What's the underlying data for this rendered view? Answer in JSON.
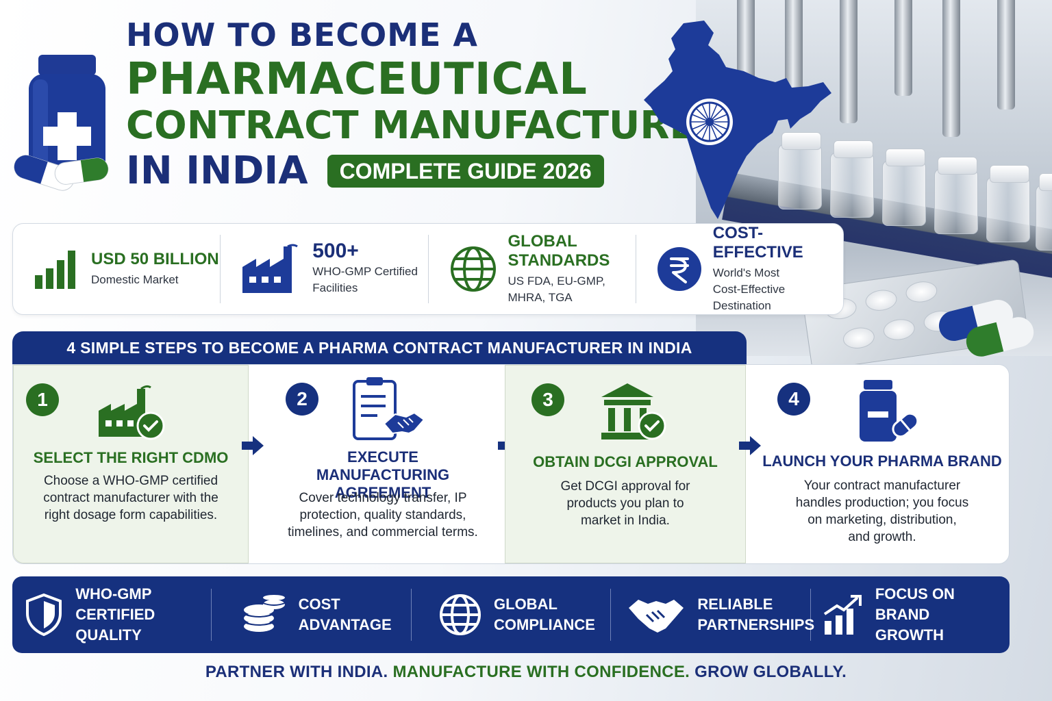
{
  "header": {
    "line1": "HOW TO BECOME A",
    "line2": "PHARMACEUTICAL",
    "line3": "CONTRACT MANUFACTURER",
    "line4": "IN INDIA",
    "badge": "COMPLETE GUIDE 2026"
  },
  "stats": [
    {
      "title": "USD 50 BILLION",
      "sub": "Domestic Market",
      "icon": "bar-chart-icon"
    },
    {
      "title": "500+",
      "sub": "WHO-GMP Certified Facilities",
      "icon": "factory-icon"
    },
    {
      "title": "GLOBAL STANDARDS",
      "sub": "US FDA, EU-GMP, MHRA, TGA",
      "icon": "globe-icon"
    },
    {
      "title": "COST-EFFECTIVE",
      "sub": "World's Most Cost-Effective Destination",
      "icon": "rupee-icon"
    }
  ],
  "steps_header": "4 SIMPLE STEPS TO BECOME A PHARMA CONTRACT MANUFACTURER IN INDIA",
  "steps": [
    {
      "num": "1",
      "title": "SELECT THE RIGHT CDMO",
      "desc": "Choose a WHO-GMP certified contract manufacturer with the right dosage form capabilities.",
      "icon": "factory-check-icon"
    },
    {
      "num": "2",
      "title": "EXECUTE MANUFACTURING AGREEMENT",
      "desc": "Cover technology transfer, IP protection, quality standards, timelines, and commercial terms.",
      "icon": "clipboard-handshake-icon"
    },
    {
      "num": "3",
      "title": "OBTAIN DCGI APPROVAL",
      "desc": "Get DCGI approval for products you plan to market in India.",
      "icon": "government-building-check-icon"
    },
    {
      "num": "4",
      "title": "LAUNCH YOUR PHARMA BRAND",
      "desc": "Your contract manufacturer handles production; you focus on marketing, distribution, and growth.",
      "icon": "medicine-bottle-icon"
    }
  ],
  "benefits": [
    {
      "label": "WHO-GMP CERTIFIED QUALITY",
      "icon": "shield-icon"
    },
    {
      "label": "COST ADVANTAGE",
      "icon": "coins-icon"
    },
    {
      "label": "GLOBAL COMPLIANCE",
      "icon": "globe-icon"
    },
    {
      "label": "RELIABLE PARTNERSHIPS",
      "icon": "handshake-icon"
    },
    {
      "label": "FOCUS ON BRAND GROWTH",
      "icon": "growth-chart-icon"
    }
  ],
  "tagline": {
    "part1": "PARTNER WITH INDIA. ",
    "part2": "MANUFACTURE WITH CONFIDENCE. ",
    "part3": "GROW GLOBALLY."
  },
  "colors": {
    "navy": "#16317f",
    "green": "#2a6f22"
  }
}
